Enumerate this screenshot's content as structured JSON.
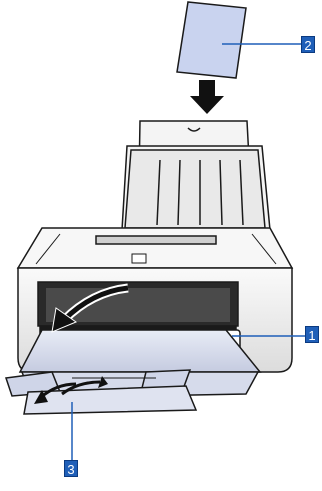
{
  "callouts": [
    {
      "id": "1",
      "label": "1"
    },
    {
      "id": "2",
      "label": "2"
    },
    {
      "id": "3",
      "label": "3"
    }
  ],
  "colors": {
    "callout_fill": "#1f5fb8",
    "paper_fill": "#c9d3ef",
    "printer_body": "#f2f2f2",
    "outline": "#1a1a1a"
  },
  "icons": {
    "load_arrow": "down-arrow-icon",
    "tray_arrow": "curved-arrow-icon",
    "extend_arrow": "double-curved-arrow-icon"
  }
}
